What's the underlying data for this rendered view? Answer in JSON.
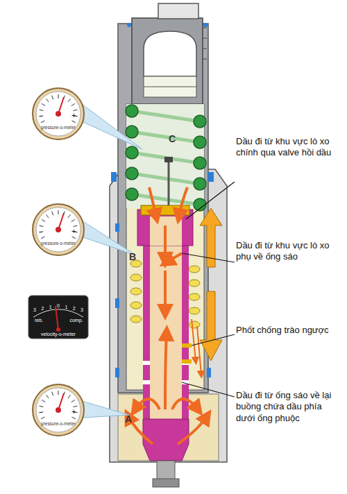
{
  "diagram": {
    "nodes": [
      {
        "text": [
          "-",
          "+",
          "pressure-o-meter"
        ]
      },
      {
        "text": [
          "-",
          "+",
          "pressure-o-meter"
        ]
      },
      {
        "text": [
          "3",
          "2",
          "1",
          "0",
          "1",
          "2",
          "3",
          "reb.",
          "comp.",
          "velocity-o-meter"
        ]
      },
      {
        "text": [
          "-",
          "+",
          "pressure-o-meter"
        ]
      }
    ],
    "labels": [
      "C",
      "Dầu đi từ khu vực lò xo chính qua valve hồi dầu",
      "B",
      "Dầu đi từ khu vực lò xo phụ về ống sáo",
      "Phốt chống trào ngược",
      "A",
      "Dầu đi từ ống sáo về lại buồng chứa dầu phía dưới ống phuộc"
    ]
  }
}
